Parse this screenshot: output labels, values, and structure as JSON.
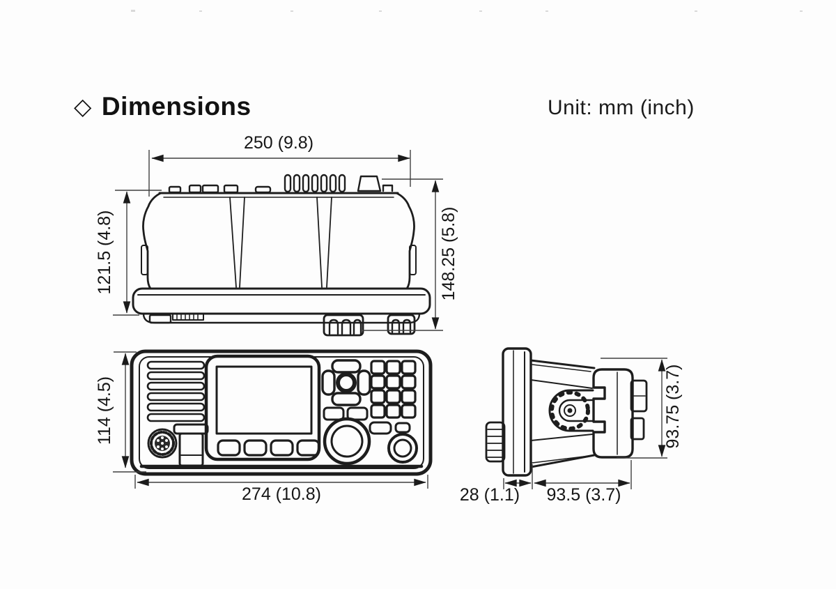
{
  "page": {
    "title": "Dimensions",
    "title_marker": "◇",
    "unit_label": "Unit: mm (inch)"
  },
  "colors": {
    "line": "#1d1d1d",
    "dim_line": "#3f3f3f",
    "background": "#fdfdfd"
  },
  "dimensions": {
    "top_view": {
      "width": "250 (9.8)",
      "depth_body": "121.5 (4.8)",
      "depth_total": "148.25 (5.8)"
    },
    "front_view": {
      "height": "114 (4.5)",
      "width": "274 (10.8)"
    },
    "side_view": {
      "height": "93.75 (3.7)",
      "panel_depth": "28 (1.1)",
      "body_depth": "93.5 (3.7)"
    }
  }
}
